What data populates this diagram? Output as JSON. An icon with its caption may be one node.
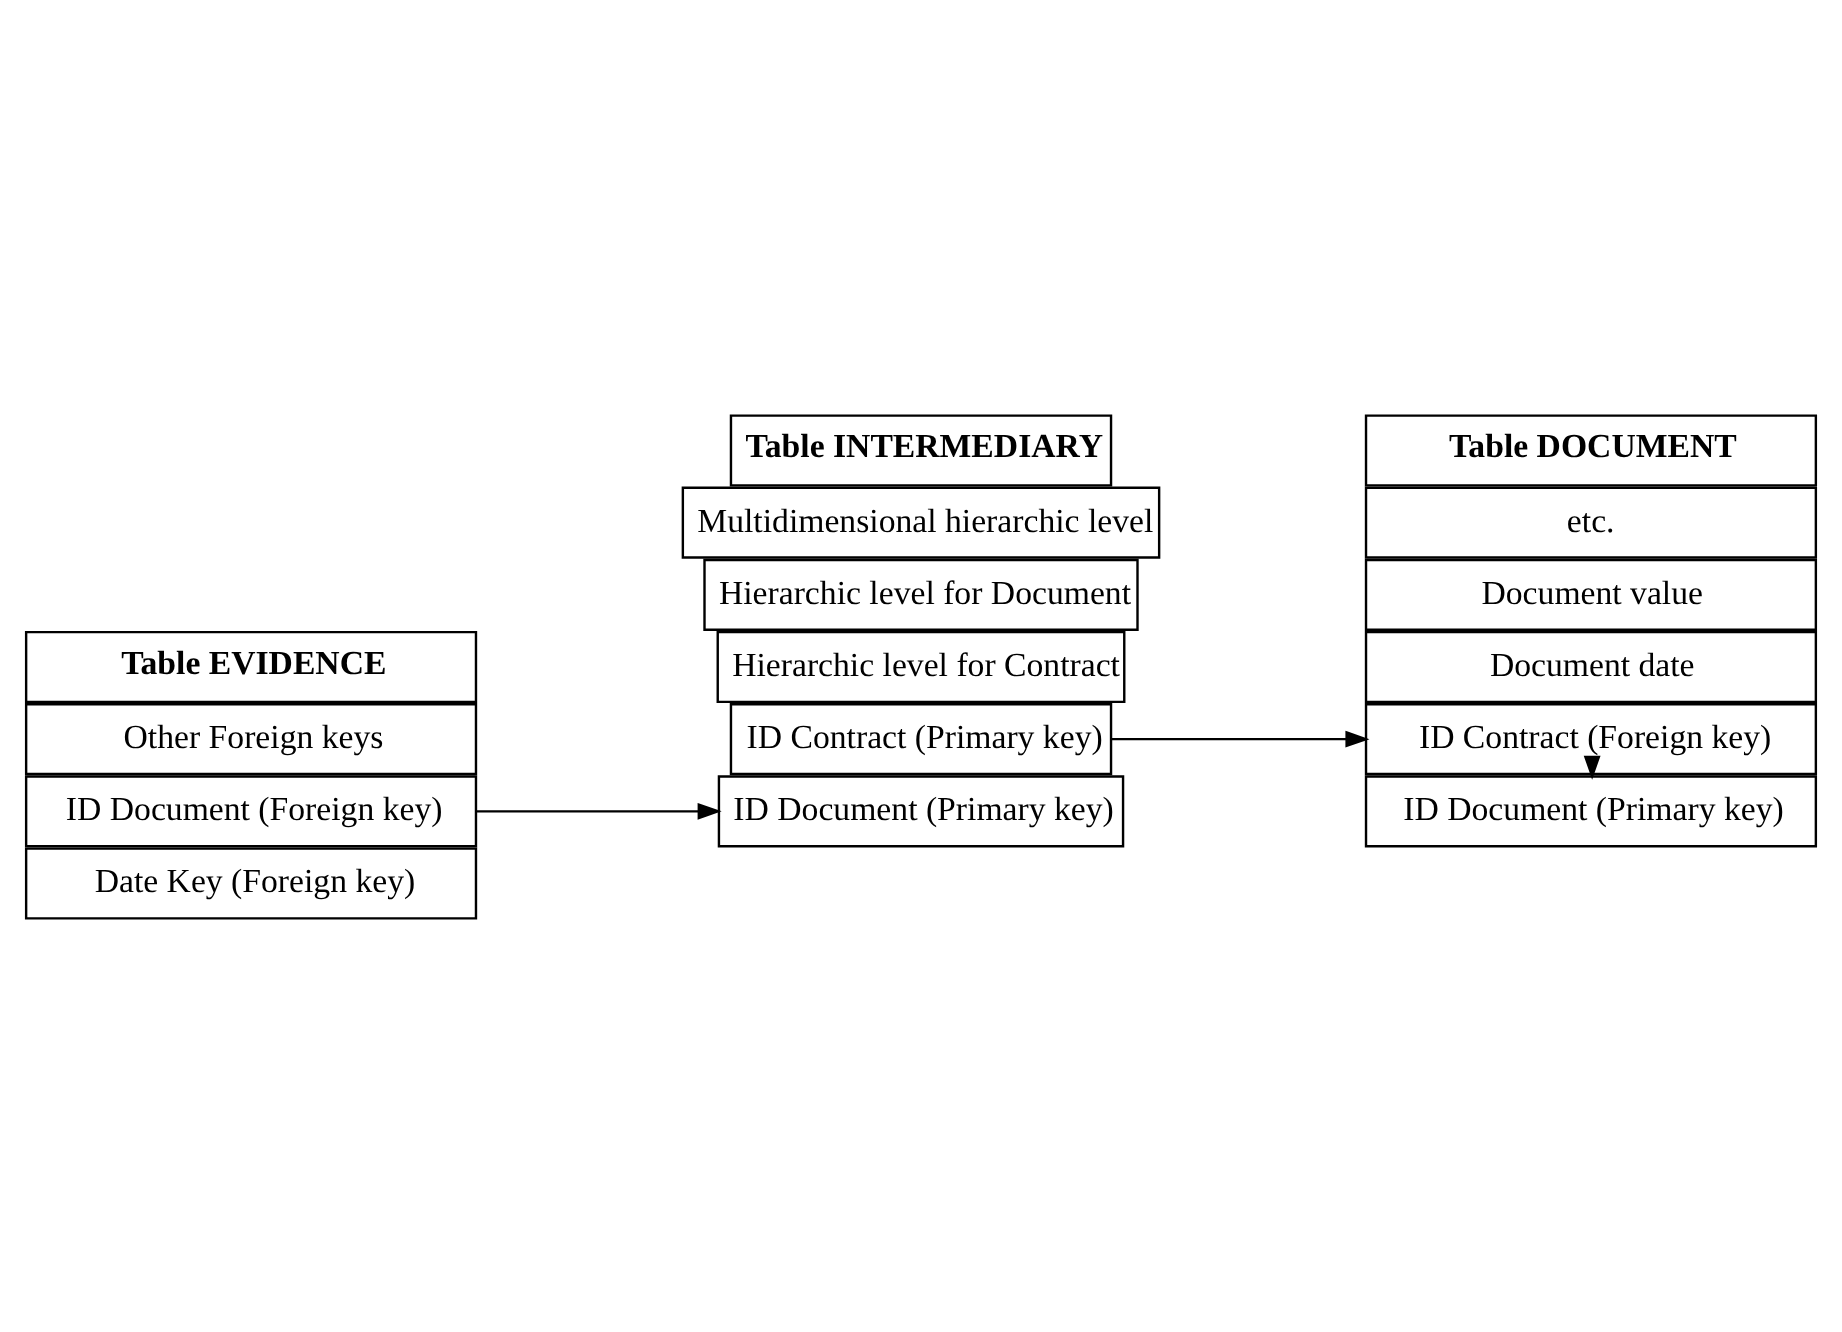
{
  "diagram": {
    "nodes": [
      {
        "text": [
          "ID Document (Primary key)"
        ]
      },
      {
        "text": [
          "ID Contract (Foreign key)"
        ]
      },
      {
        "text": [
          "Document date"
        ]
      },
      {
        "text": [
          "Document value"
        ]
      },
      {
        "text": [
          "etc."
        ]
      },
      {
        "text": [
          "Table DOCUMENT"
        ]
      },
      {
        "text": [
          "ID Contract (Primary key)"
        ]
      },
      {
        "text": [
          "ID Document (Primary key)"
        ]
      },
      {
        "text": [
          "Hierarchic level for Contract"
        ]
      },
      {
        "text": [
          "Hierarchic level for Document"
        ]
      },
      {
        "text": [
          "Multidimensional hierarchic level"
        ]
      },
      {
        "text": [
          "Table INTERMEDIARY"
        ]
      },
      {
        "text": [
          "Date Key (Foreign key)"
        ]
      },
      {
        "text": [
          "ID Document (Foreign key)"
        ]
      },
      {
        "text": [
          "Other Foreign keys"
        ]
      },
      {
        "text": [
          "Table EVIDENCE"
        ]
      }
    ],
    "edges": [
      {
        "from": 1,
        "to": 0,
        "arrow": "to"
      },
      {
        "from": 6,
        "to": 1,
        "arrow": "to"
      },
      {
        "from": 13,
        "to": 7,
        "arrow": "to"
      }
    ]
  }
}
